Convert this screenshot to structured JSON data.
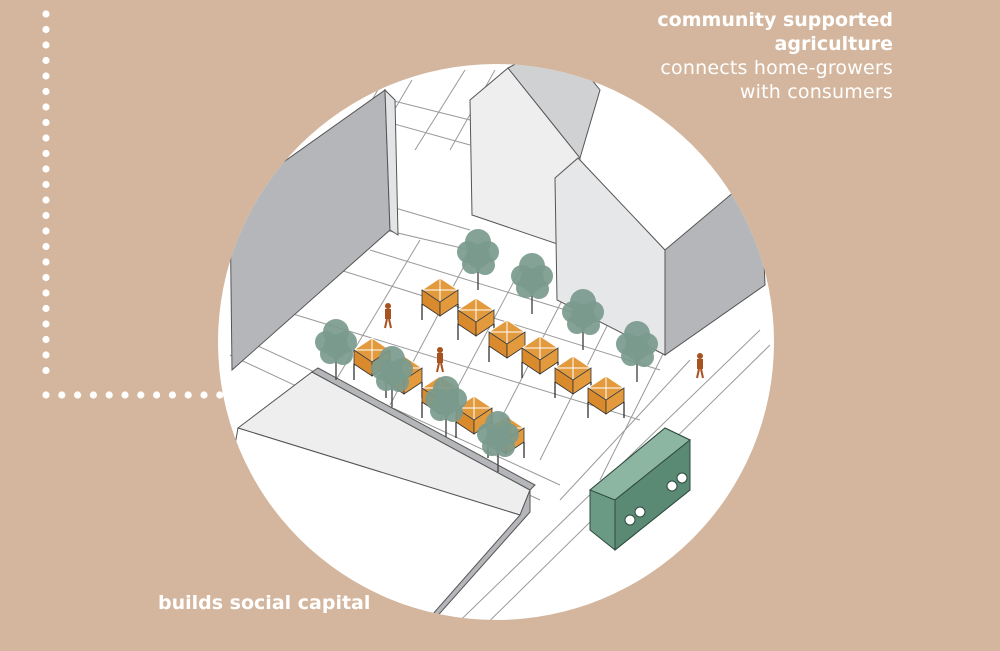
{
  "captions": {
    "top_bold_line1": "community supported",
    "top_bold_line2": "agriculture",
    "top_light_line1": "connects home-growers",
    "top_light_line2": "with consumers",
    "bottom": "builds social capital"
  },
  "colors": {
    "background": "#d3b69d",
    "circle": "#ffffff",
    "building_front": "#eeeeef",
    "building_side": "#b4b6b9",
    "tent": "#e39a3c",
    "tree": "#7a9a8d",
    "bus": "#6b9a84",
    "person": "#a8521f",
    "dots": "#ffffff"
  },
  "icons": [
    "market-tent-icon",
    "tree-icon",
    "person-icon",
    "bus-icon",
    "building-icon"
  ]
}
